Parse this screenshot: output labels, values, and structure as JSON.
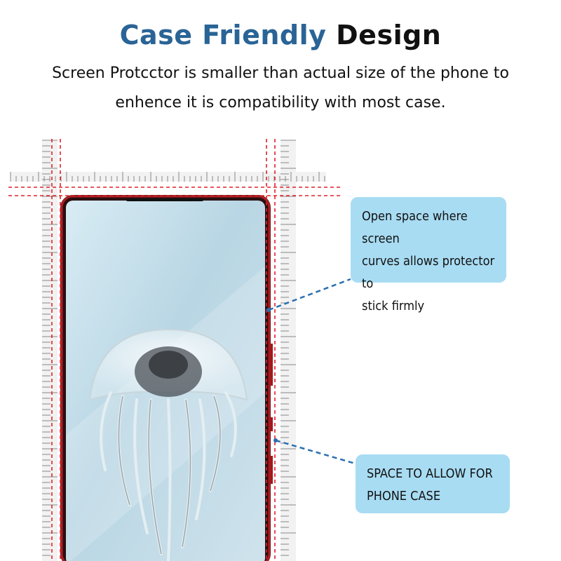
{
  "header": {
    "title_accent": "Case Friendly",
    "title_rest": "Design",
    "subtitle_line1": "Screen Protcctor is smaller than actual size of the phone to",
    "subtitle_line2": "enhence it is compatibility with most case."
  },
  "callouts": [
    {
      "lines": [
        "Open space where screen",
        "curves allows protector to",
        "stick firmly"
      ]
    },
    {
      "lines": [
        "SPACE TO ALLOW FOR",
        "PHONE CASE"
      ]
    }
  ],
  "colors": {
    "accent": "#2a6496",
    "callout_bg": "#a8dcf3",
    "guide_red": "#e0202a",
    "phone_frame": "#b01e22",
    "leader": "#2a6fb0"
  }
}
